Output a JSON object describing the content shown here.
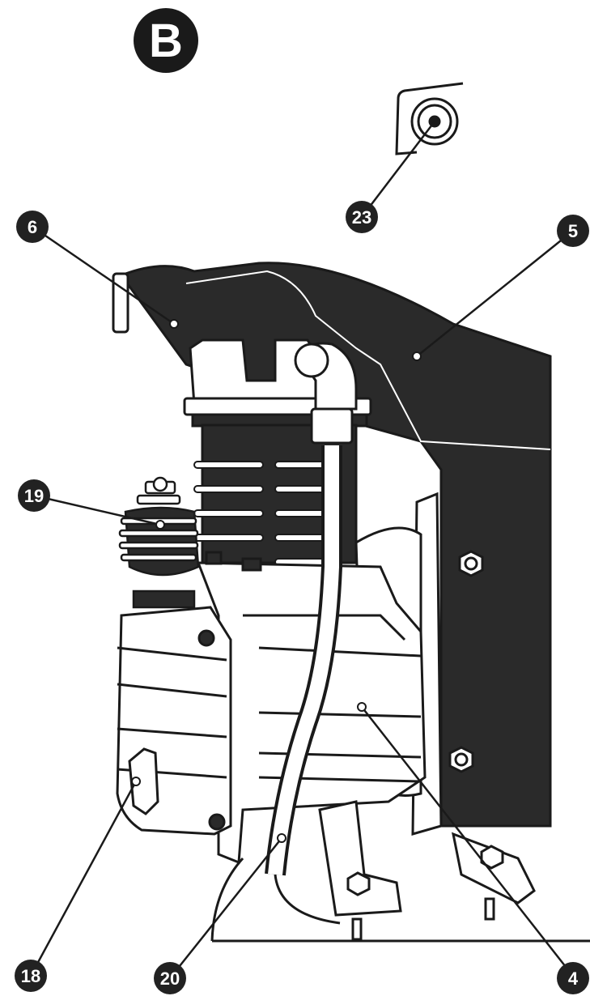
{
  "figure_letter": "B",
  "callouts": [
    "23",
    "6",
    "5",
    "19",
    "18",
    "20",
    "4"
  ],
  "colors": {
    "ink": "#1a1a1a",
    "shroud": "#2a2a2a",
    "metal": "#ffffff",
    "badge": "#222222",
    "badge_text": "#ffffff"
  }
}
